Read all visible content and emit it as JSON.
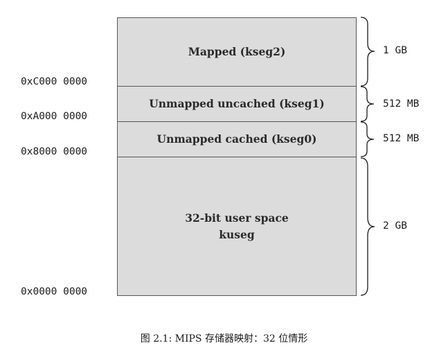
{
  "segments": [
    {
      "id": "kseg2",
      "lines": [
        "Mapped (kseg2)"
      ]
    },
    {
      "id": "kseg1",
      "lines": [
        "Unmapped uncached (kseg1)"
      ]
    },
    {
      "id": "kseg0",
      "lines": [
        "Unmapped cached (kseg0)"
      ]
    },
    {
      "id": "kuseg",
      "lines": [
        "32-bit user space",
        "kuseg"
      ]
    }
  ],
  "addresses": [
    "0xC000 0000",
    "0xA000 0000",
    "0x8000 0000",
    "0x0000 0000"
  ],
  "sizes": [
    "1 GB",
    "512 MB",
    "512 MB",
    "2 GB"
  ],
  "caption": "图 2.1: MIPS 存储器映射：32 位情形",
  "colors": {
    "segment_fill": "#dcdcdc",
    "segment_border": "#555555",
    "text": "#1a1a1a"
  }
}
